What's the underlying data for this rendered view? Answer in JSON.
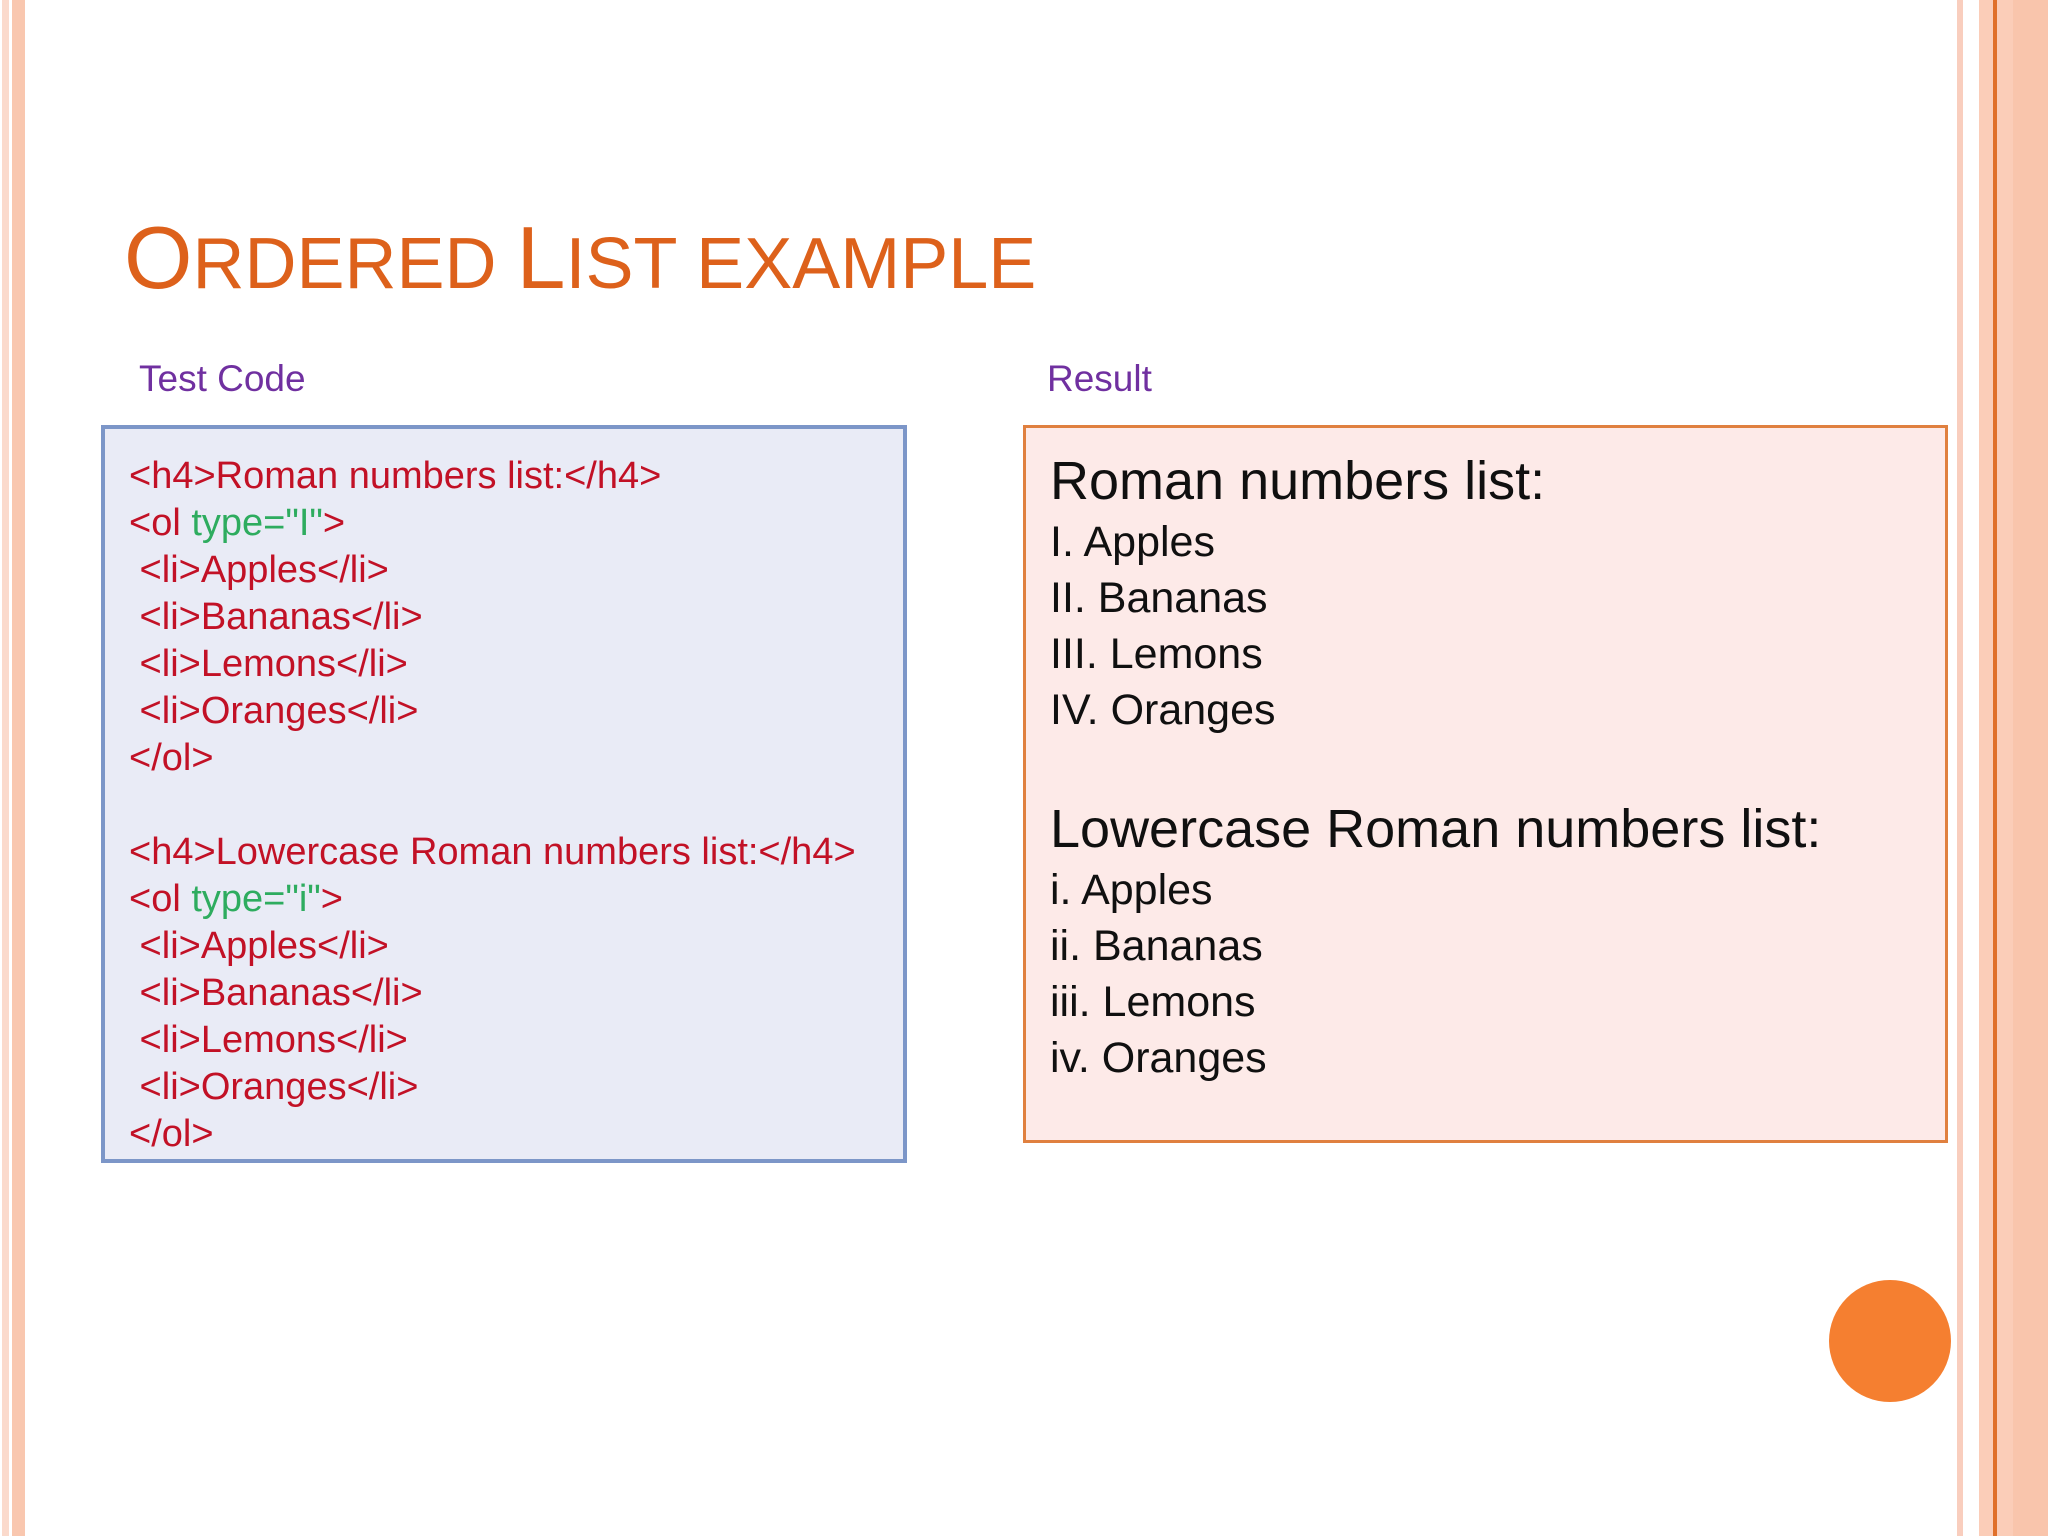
{
  "title": {
    "text": "Ordered List example",
    "parts": [
      "O",
      "RDERED ",
      "L",
      "IST EXAMPLE"
    ]
  },
  "labels": {
    "test_code": "Test Code",
    "result": "Result"
  },
  "code_panel": {
    "block1": {
      "h4_line": "<h4>Roman numbers list:</h4>",
      "ol_open": "<ol ",
      "ol_attr": "type=\"I\"",
      "ol_bracket": ">",
      "items": [
        " <li>Apples</li>",
        " <li>Bananas</li>",
        " <li>Lemons</li>",
        " <li>Oranges</li>"
      ],
      "ol_end": "</ol>"
    },
    "block2": {
      "h4_line": "<h4>Lowercase Roman numbers list:</h4>",
      "ol_open": "<ol ",
      "ol_attr": "type=\"i\"",
      "ol_bracket": ">",
      "items": [
        " <li>Apples</li>",
        " <li>Bananas</li>",
        " <li>Lemons</li>",
        " <li>Oranges</li>"
      ],
      "ol_end": "</ol>"
    }
  },
  "result_panel": {
    "sections": [
      {
        "heading": "Roman numbers list:",
        "items": [
          "I. Apples",
          "II. Bananas",
          "III. Lemons",
          "IV. Oranges"
        ]
      },
      {
        "heading": "Lowercase Roman numbers list:",
        "items": [
          "i. Apples",
          "ii. Bananas",
          "iii. Lemons",
          "iv. Oranges"
        ]
      }
    ]
  },
  "colors": {
    "title_orange": "#dd611b",
    "label_purple": "#7030a0",
    "code_red": "#c21126",
    "code_green": "#2eac5f",
    "code_box_bg": "#e9ebf6",
    "code_box_border": "#7c96c8",
    "result_box_bg": "#fdeae8",
    "result_box_border": "#e0803f",
    "circle_orange": "#f57f30",
    "edge_stripe_salmon": "#f9c7af",
    "edge_accent_line": "#e0702a"
  }
}
